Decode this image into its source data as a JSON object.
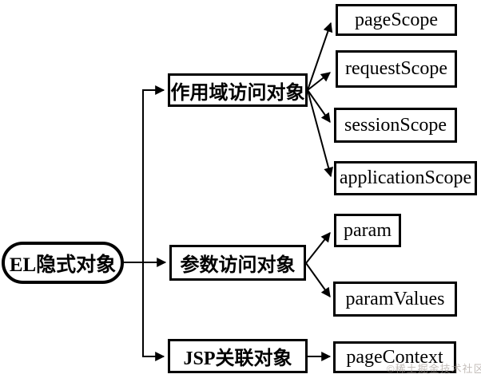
{
  "root": {
    "label": "EL隐式对象"
  },
  "groups": [
    {
      "label": "作用域访问对象",
      "children": [
        "pageScope",
        "requestScope",
        "sessionScope",
        "applicationScope"
      ]
    },
    {
      "label": "参数访问对象",
      "children": [
        "param",
        "paramValues"
      ]
    },
    {
      "label": "JSP关联对象",
      "children": [
        "pageContext"
      ]
    }
  ],
  "watermark": "©稀土掘金技术社区",
  "colors": {
    "stroke": "#000000",
    "background": "#ffffff",
    "watermark": "#a59c96"
  }
}
